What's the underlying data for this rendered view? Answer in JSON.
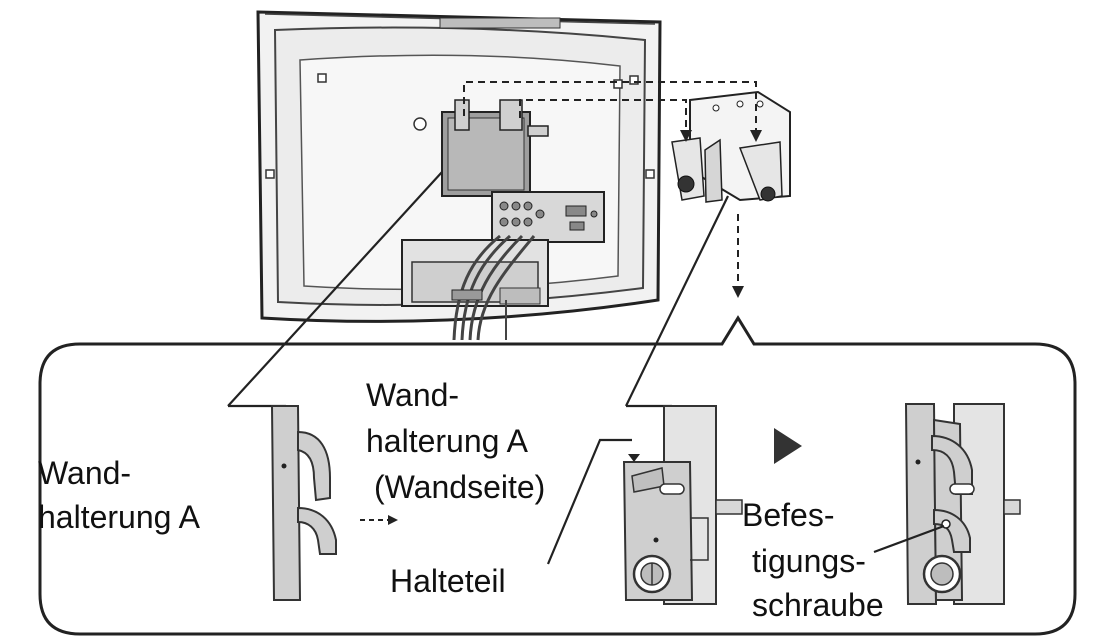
{
  "labels": {
    "wand_a_line1": "Wand-",
    "wand_a_line2": "halterung A",
    "wand_a_wall_line1": "Wand-",
    "wand_a_wall_line2": "halterung A",
    "wand_a_wall_line3": "(Wandseite)",
    "holder": "Halteteil",
    "screw_line1": "Befes-",
    "screw_line2": "tigungs-",
    "screw_line3": "schraube"
  }
}
